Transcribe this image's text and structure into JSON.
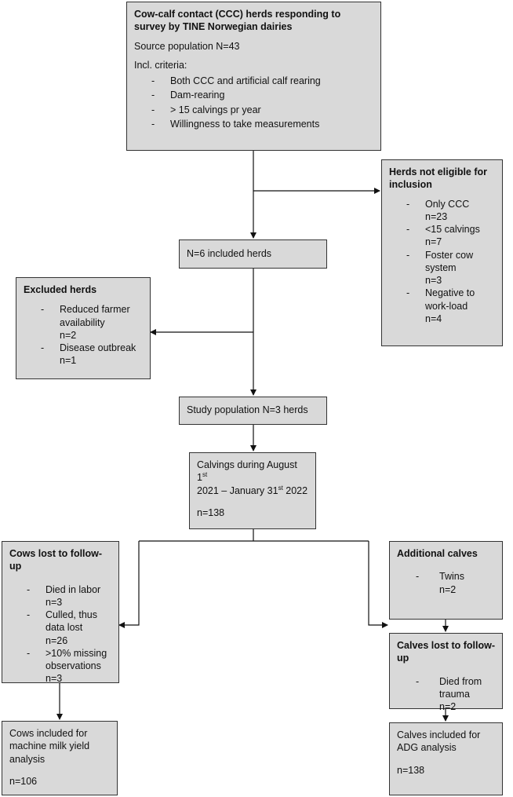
{
  "source_box": {
    "title": "Cow-calf contact (CCC) herds responding to survey by TINE Norwegian dairies",
    "population": "Source population N=43",
    "criteria_label": "Incl. criteria:",
    "criteria": [
      "Both CCC and artificial calf rearing",
      "Dam-rearing",
      "> 15 calvings pr year",
      "Willingness to take measurements"
    ]
  },
  "not_eligible_box": {
    "title": "Herds not eligible for inclusion",
    "items": [
      {
        "label": "Only CCC",
        "count": "n=23"
      },
      {
        "label": "<15 calvings",
        "count": "n=7"
      },
      {
        "label": "Foster cow system",
        "count": "n=3"
      },
      {
        "label": "Negative to work-load",
        "count": "n=4"
      }
    ]
  },
  "included_box": {
    "text": "N=6 included herds"
  },
  "excluded_box": {
    "title": "Excluded herds",
    "items": [
      {
        "label": "Reduced farmer availability",
        "count": "n=2"
      },
      {
        "label": "Disease outbreak",
        "count": "n=1"
      }
    ]
  },
  "study_box": {
    "text": "Study population N=3 herds"
  },
  "calvings_box": {
    "line1_pre": "Calvings during August 1",
    "line1_sup": "st",
    "line2_pre": "2021 – January 31",
    "line2_sup": "st",
    "line2_post": " 2022",
    "count": "n=138"
  },
  "cows_lost_box": {
    "title": "Cows lost to follow-up",
    "items": [
      {
        "label": "Died in labor",
        "count": "n=3"
      },
      {
        "label": "Culled, thus data lost",
        "count": "n=26"
      },
      {
        "label": ">10% missing observations",
        "count": "n=3"
      }
    ]
  },
  "additional_box": {
    "title": "Additional calves",
    "items": [
      {
        "label": "Twins",
        "count": "n=2"
      }
    ]
  },
  "calves_lost_box": {
    "title": "Calves lost to follow-up",
    "items": [
      {
        "label": "Died from trauma",
        "count": "n=2"
      }
    ]
  },
  "cows_included_box": {
    "text": "Cows included for machine milk yield analysis",
    "count": "n=106"
  },
  "calves_included_box": {
    "text": "Calves included for ADG analysis",
    "count": "n=138"
  }
}
